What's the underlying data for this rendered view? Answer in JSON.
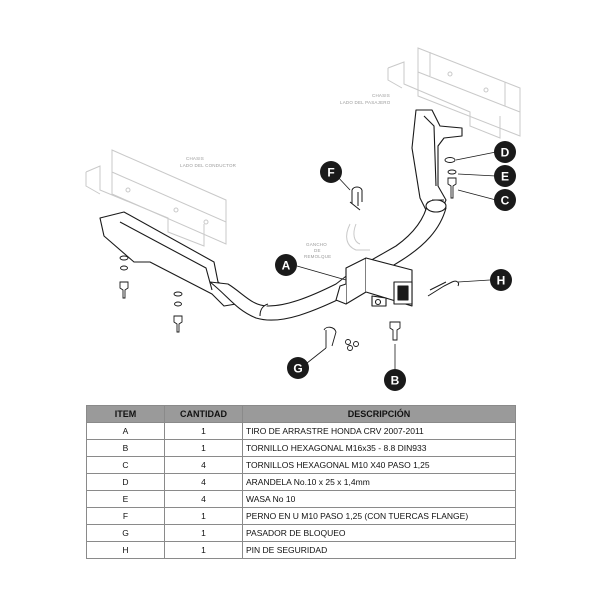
{
  "diagram": {
    "labels": {
      "chasis_pasajero_1": "CHASIS",
      "chasis_pasajero_2": "LADO DEL PASAJERO",
      "chasis_conductor_1": "CHASIS",
      "chasis_conductor_2": "LADO DEL CONDUCTOR",
      "gancho_1": "GANCHO",
      "gancho_2": "DE",
      "gancho_3": "REMOLQUE"
    },
    "callouts": {
      "a": "A",
      "b": "B",
      "c": "C",
      "d": "D",
      "e": "E",
      "f": "F",
      "g": "G",
      "h": "H"
    }
  },
  "table": {
    "headers": {
      "item": "ITEM",
      "cantidad": "CANTIDAD",
      "descripcion": "DESCRIPCIÓN"
    },
    "rows": [
      {
        "item": "A",
        "cantidad": "1",
        "descripcion": "TIRO DE ARRASTRE HONDA CRV 2007-2011"
      },
      {
        "item": "B",
        "cantidad": "1",
        "descripcion": "TORNILLO  HEXAGONAL M16x35 - 8.8 DIN933"
      },
      {
        "item": "C",
        "cantidad": "4",
        "descripcion": "TORNILLOS HEXAGONAL M10 X40 PASO 1,25"
      },
      {
        "item": "D",
        "cantidad": "4",
        "descripcion": "ARANDELA No.10 x 25 x 1,4mm"
      },
      {
        "item": "E",
        "cantidad": "4",
        "descripcion": "WASA No 10"
      },
      {
        "item": "F",
        "cantidad": "1",
        "descripcion": "PERNO EN U M10 PASO 1,25 (CON TUERCAS FLANGE)"
      },
      {
        "item": "G",
        "cantidad": "1",
        "descripcion": "PASADOR DE BLOQUEO"
      },
      {
        "item": "H",
        "cantidad": "1",
        "descripcion": "PIN DE SEGURIDAD"
      }
    ]
  }
}
